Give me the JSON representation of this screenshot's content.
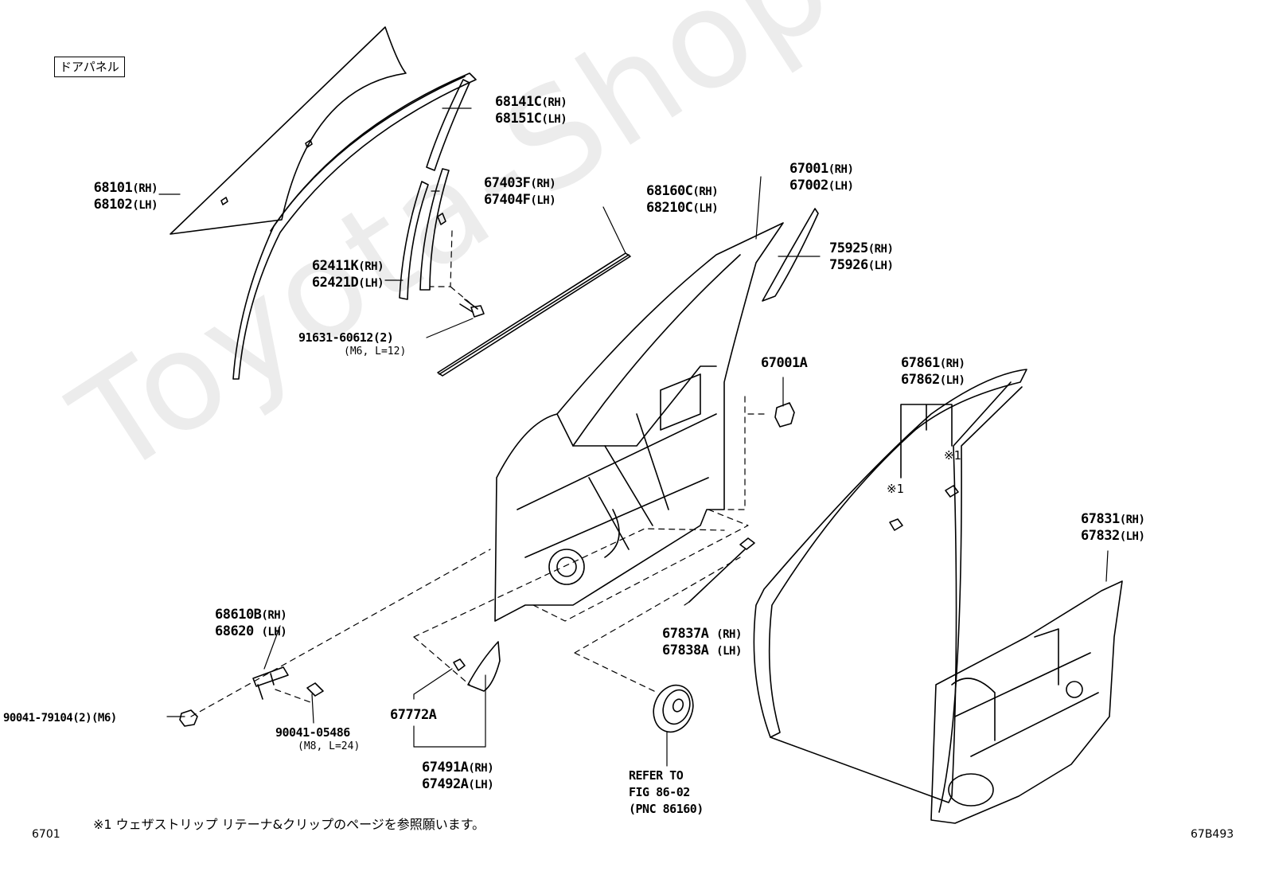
{
  "header_tag": "ドアパネル",
  "watermark": "Toyota-Shop-Mine.ru",
  "callouts": {
    "window_glass": {
      "rh": "68101",
      "lh": "68102"
    },
    "run_channel_rear": {
      "rh": "68141C",
      "lh": "68151C"
    },
    "rear_channel_a": {
      "rh": "67403F",
      "lh": "67404F"
    },
    "belt_weatherstrip": {
      "rh": "68160C",
      "lh": "68210C"
    },
    "door_panel": {
      "rh": "67001",
      "lh": "67002"
    },
    "garnish": {
      "rh": "75925",
      "lh": "75926"
    },
    "rear_channel_b": {
      "rh": "62411K",
      "lh": "62421D"
    },
    "bolt": {
      "code": "91631-60612(2)",
      "spec": "(M6, L=12)"
    },
    "cushion": {
      "code": "67001A"
    },
    "door_weatherstrip": {
      "rh": "67861",
      "lh": "67862"
    },
    "trim_board": {
      "rh": "67831",
      "lh": "67832"
    },
    "door_check": {
      "rh": "68610B",
      "lh": "68620"
    },
    "nut": {
      "code": "90041-79104(2)(M6)"
    },
    "bolt_m8": {
      "code": "90041-05486",
      "spec": "(M8, L=24)"
    },
    "clip": {
      "code": "67772A"
    },
    "cover": {
      "rh": "67491A",
      "lh": "67492A"
    },
    "seal_strip": {
      "rh": "67837A",
      "lh": "67838A"
    },
    "speaker_ref": {
      "line1": "REFER TO",
      "line2": "FIG 86-02",
      "line3": "(PNC 86160)"
    },
    "ref_mark_1": "※1",
    "ref_mark_2": "※1"
  },
  "side": {
    "rh": "(RH)",
    "lh": "(LH)"
  },
  "footnote": "※1 ウェザストリップ リテーナ&クリップのページを参照願います。",
  "page_number": "6701",
  "figure_code": "67B493"
}
